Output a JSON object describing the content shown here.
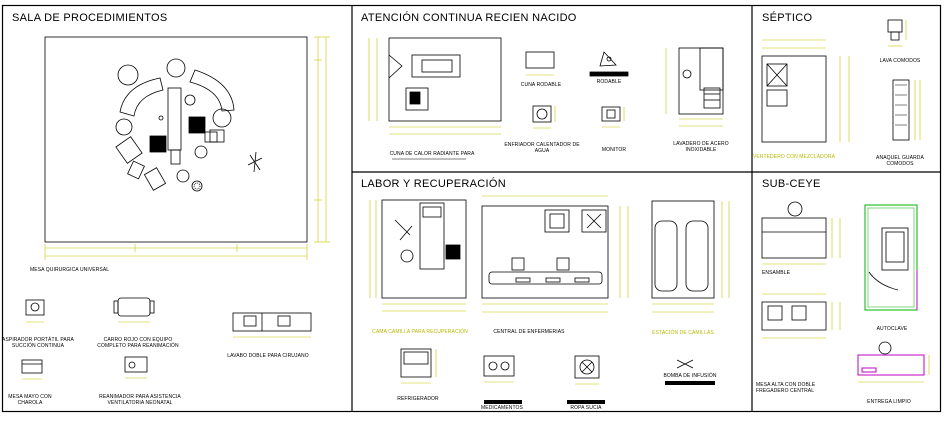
{
  "sections": {
    "sala": {
      "title": "SALA DE PROCEDIMIENTOS"
    },
    "atencion": {
      "title": "ATENCIÓN CONTINUA RECIEN NACIDO"
    },
    "septico": {
      "title": "SÉPTICO"
    },
    "labor": {
      "title": "LABOR Y RECUPERACIÓN"
    },
    "subceye": {
      "title": "SUB-CEYE"
    }
  },
  "labels": {
    "mesa_quirurgica": "MESA QUIRURGICA UNIVERSAL",
    "aspirador": "ASPIRADOR PORTÁTIL PARA SUCCIÓN CONTINUA",
    "carro_rojo": "CARRO ROJO CON EQUIPO COMPLETO PARA REANIMACIÓN",
    "lavabo_doble": "LAVABO DOBLE PARA CIRUJANO",
    "mesa_mayo": "MESA MAYO CON CHAROLA",
    "reanimador": "REANIMADOR PARA ASISTENCIA VENTILATORIA NEONATAL",
    "cuna_calor": "CUNA DE CALOR RADIANTE PARA",
    "cuna_rodable": "CUNA RODABLE",
    "rodable": "RODABLE",
    "enfriador": "ENFRIADOR CALENTADOR DE AGUA",
    "monitor": "MONITOR",
    "lavadero": "LAVADERO DE ACERO INOXIDABLE",
    "vertedero": "VERTEDERO CON MEZCLADORA",
    "lava_comodos": "LAVA COMODOS",
    "anaquel": "ANAQUEL GUARDA COMODOS",
    "cama_camilla": "CAMA CAMILLA PARA RECUPERACIÓN",
    "central": "CENTRAL DE ENFERMERIAS",
    "estacion_camillas": "ESTACIÓN DE CAMILLAS",
    "bomba": "BOMBA DE INFUSIÓN",
    "refrigerador": "REFRIGERADOR",
    "medicamentos": "MEDICAMENTOS",
    "ropa_sucia": "ROPA SUCIA",
    "ensamble": "ENSAMBLE",
    "autoclave": "AUTOCLAVE",
    "mesa_alta": "MESA ALTA CON DOBLE FREGADERO CENTRAL",
    "entrega": "ENTREGA LIMPIO"
  },
  "colors": {
    "line": "#000000",
    "dimension": "#c8c800",
    "accent": "#00b000",
    "magenta": "#c000c0"
  }
}
